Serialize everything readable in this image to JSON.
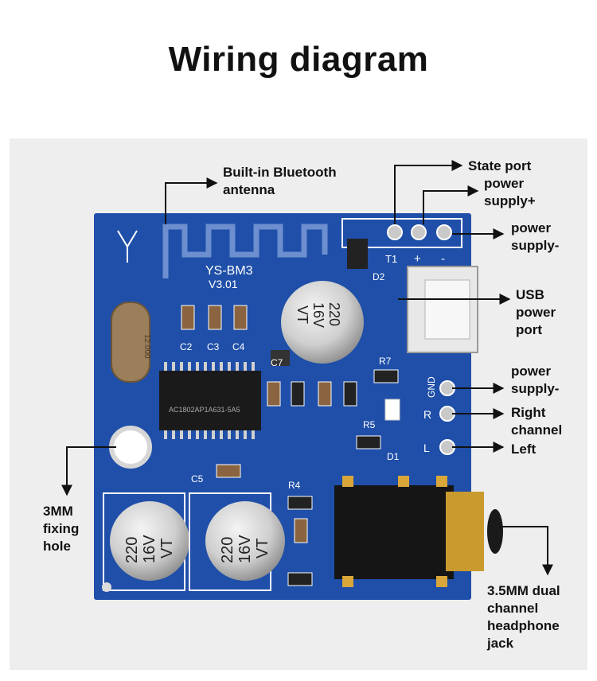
{
  "title": "Wiring diagram",
  "board": {
    "model": "YS-BM3",
    "version": "V3.01",
    "chip": "AC1802AP1A631-5A5",
    "pins_top": [
      "T1",
      "+",
      "-"
    ],
    "pins_right": [
      "GND",
      "R",
      "L"
    ],
    "components": {
      "c2": "C2",
      "c3": "C3",
      "c4": "C4",
      "c5": "C5",
      "c7": "C7",
      "d1": "D1",
      "d2": "D2",
      "r4": "R4",
      "r5": "R5",
      "r7": "R7"
    },
    "capacitor": [
      "220",
      "16V",
      "VT"
    ],
    "crystal": "12.000",
    "colors": {
      "pcb": "#1f4fa8",
      "silk": "#ffffff",
      "pad": "#c9c9c9",
      "background": "#eeeeee"
    }
  },
  "labels": {
    "antenna": [
      "Built-in Bluetooth",
      "antenna"
    ],
    "state_port": "State port",
    "power_plus": [
      "power",
      "supply+"
    ],
    "power_minus_top": [
      "power",
      "supply-"
    ],
    "usb": [
      "USB",
      "power",
      "port"
    ],
    "power_minus_right": [
      "power",
      "supply-"
    ],
    "right_channel": [
      "Right",
      "channel"
    ],
    "left": "Left",
    "fixing_hole": [
      "3MM",
      "fixing",
      "hole"
    ],
    "headphone_jack": [
      "3.5MM dual",
      "channel",
      "headphone",
      "jack"
    ]
  }
}
